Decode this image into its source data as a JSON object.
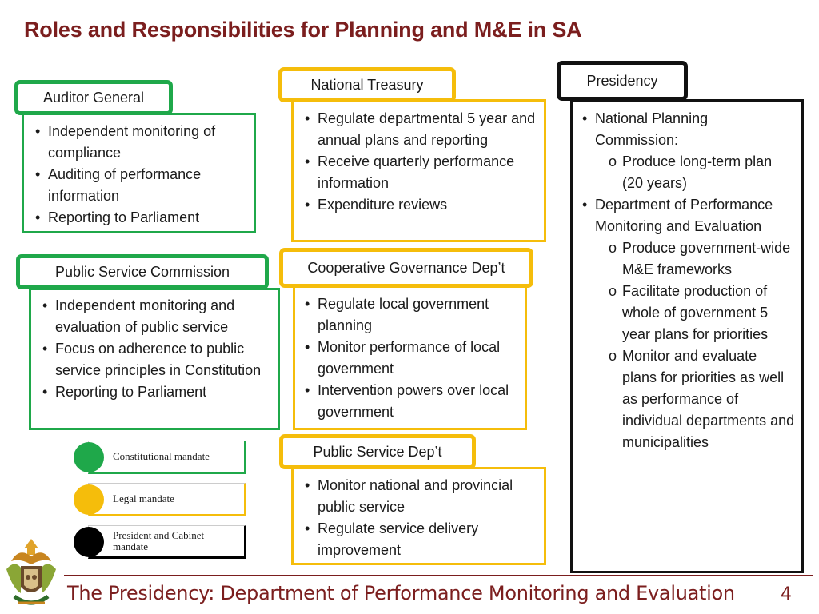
{
  "title": "Roles and Responsibilities for Planning and M&E in SA",
  "auditor_general": {
    "label": "Auditor General",
    "items": [
      "Independent monitoring of compliance",
      "Auditing of performance information",
      "Reporting to Parliament"
    ]
  },
  "public_service_commission": {
    "label": "Public Service Commission",
    "items": [
      "Independent monitoring and evaluation of public service",
      "Focus on adherence to public service principles in Constitution",
      "Reporting to Parliament"
    ]
  },
  "national_treasury": {
    "label": "National Treasury",
    "items": [
      "Regulate departmental 5 year and annual plans and reporting",
      "Receive quarterly performance information",
      "Expenditure reviews"
    ]
  },
  "cooperative_governance": {
    "label": "Cooperative Governance Dep’t",
    "items": [
      "Regulate local government planning",
      "Monitor performance of local government",
      "Intervention powers over local government"
    ]
  },
  "public_service_dept": {
    "label": "Public Service Dep’t",
    "items": [
      "Monitor national and provincial public service",
      "Regulate service delivery improvement"
    ]
  },
  "presidency": {
    "label": "Presidency",
    "npc": "National Planning Commission:",
    "npc_items": [
      "Produce long-term plan (20 years)"
    ],
    "dpme": "Department of Performance Monitoring and Evaluation",
    "dpme_items": [
      "Produce government-wide M&E frameworks",
      "Facilitate production of whole of government 5 year plans for priorities",
      "Monitor and evaluate plans for priorities as well as performance of individual departments and municipalities"
    ]
  },
  "legend": [
    {
      "label": "Constitutional mandate",
      "color": "#1fa84a"
    },
    {
      "label": "Legal  mandate",
      "color": "#f5bd0b"
    },
    {
      "label": "President and Cabinet mandate",
      "color": "#000000"
    }
  ],
  "footer": "The Presidency: Department of Performance Monitoring and Evaluation",
  "page_number": "4"
}
